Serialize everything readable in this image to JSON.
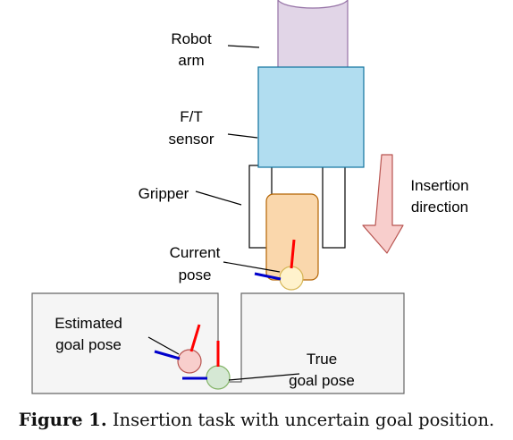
{
  "labels": {
    "robot_arm": [
      "Robot",
      "arm"
    ],
    "ft_sensor": [
      "F/T",
      "sensor"
    ],
    "gripper": "Gripper",
    "insertion_direction": [
      "Insertion",
      "direction"
    ],
    "current_pose": [
      "Current",
      "pose"
    ],
    "estimated_goal_pose": [
      "Estimated",
      "goal pose"
    ],
    "true_goal_pose": [
      "True",
      "goal pose"
    ]
  },
  "caption": {
    "prefix": "Figure 1.",
    "text": " Insertion task with uncertain goal position."
  },
  "colors": {
    "robot_arm_fill": "#e1d5e7",
    "robot_arm_stroke": "#9673a6",
    "sensor_fill": "#b1ddf0",
    "sensor_stroke": "#10739e",
    "peg_fill": "#fad7ac",
    "peg_stroke": "#b46504",
    "arrow_fill": "#f8cecc",
    "arrow_stroke": "#b85450",
    "hole_fill": "#f5f5f5",
    "hole_stroke": "#666666",
    "current_pose_fill": "#fff2cc",
    "estimated_pose_fill": "#f8cecc",
    "true_pose_fill": "#d5e8d4",
    "axis_red": "#ff0000",
    "axis_blue": "#0000cc"
  }
}
